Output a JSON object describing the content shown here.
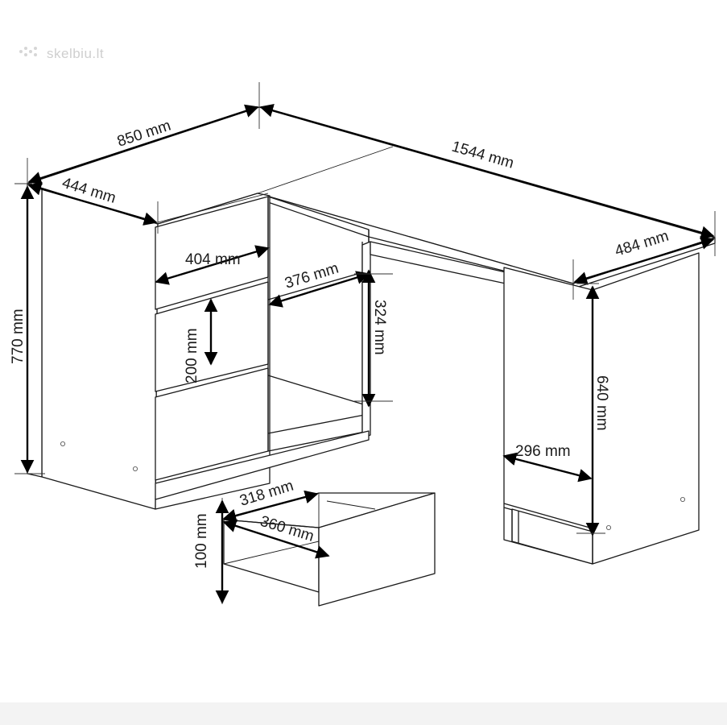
{
  "watermark": {
    "text": "skelbiu.lt"
  },
  "dimensions": {
    "total_depth_left": "850 mm",
    "left_depth": "444 mm",
    "total_width": "1544 mm",
    "right_depth": "484 mm",
    "drawer_width": "404 mm",
    "shelf_width": "376 mm",
    "drawer_height": "200 mm",
    "shelf_height": "324 mm",
    "height": "770 mm",
    "right_leg_height": "640 mm",
    "right_cabinet_width": "296 mm",
    "drawer_inner_depth": "318 mm",
    "drawer_outer_depth": "360 mm",
    "drawer_inner_height": "100 mm"
  },
  "colors": {
    "line": "#1a1a1a",
    "background": "#ffffff"
  }
}
